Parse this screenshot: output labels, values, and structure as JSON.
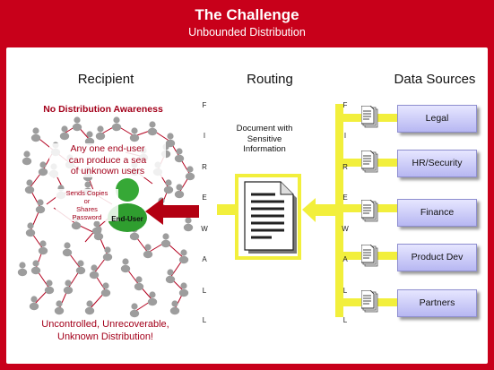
{
  "header": {
    "title": "The Challenge",
    "subtitle": "Unbounded Distribution"
  },
  "columns": {
    "recipient": "Recipient",
    "routing": "Routing",
    "sources": "Data Sources"
  },
  "recipient": {
    "warning_title": "No Distribution Awareness",
    "bubble_line1": "Any one end-user",
    "bubble_line2": "can produce a sea",
    "bubble_line3": "of unknown users",
    "sends_line1": "Sends Copies",
    "sends_line2": "or",
    "sends_line3": "Shares",
    "sends_line4": "Password",
    "end_user": "End-User",
    "bottom_line1": "Uncontrolled, Unrecoverable,",
    "bottom_line2": "Unknown Distribution!"
  },
  "firewall_letters": [
    "F",
    "I",
    "R",
    "E",
    "W",
    "A",
    "L",
    "L"
  ],
  "routing": {
    "doc_line1": "Document with",
    "doc_line2": "Sensitive",
    "doc_line3": "Information"
  },
  "sources": [
    "Legal",
    "HR/Security",
    "Finance",
    "Product Dev",
    "Partners"
  ],
  "colors": {
    "brand_red": "#c8001a",
    "arrow_yellow": "#f4f13a",
    "arrow_red": "#b30012",
    "box_blue": "#c9c9f7",
    "user_green": "#2f9e2f"
  }
}
